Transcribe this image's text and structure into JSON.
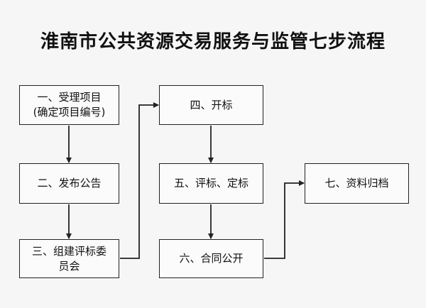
{
  "title": "淮南市公共资源交易服务与监管七步流程",
  "steps": [
    {
      "line1": "一、受理项目",
      "line2": "(确定项目编号)"
    },
    {
      "line1": "二、发布公告",
      "line2": ""
    },
    {
      "line1": "三、组建评标委",
      "line2": "员会"
    },
    {
      "line1": "四、开标",
      "line2": ""
    },
    {
      "line1": "五、评标、定标",
      "line2": ""
    },
    {
      "line1": "六、合同公开",
      "line2": ""
    },
    {
      "line1": "七、资料归档",
      "line2": ""
    }
  ],
  "colors": {
    "line": "#222222",
    "background": "#f6f6f6"
  }
}
